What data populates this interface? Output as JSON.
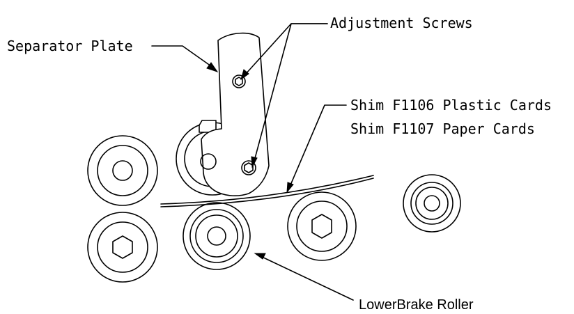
{
  "labels": {
    "separator_plate": "Separator Plate",
    "adjustment_screws": "Adjustment Screws",
    "shim_plastic": "Shim F1106 Plastic Cards",
    "shim_paper": "Shim F1107 Paper Cards",
    "lower_brake_roller": "LowerBrake Roller"
  },
  "colors": {
    "line": "#000000",
    "background": "#ffffff"
  }
}
